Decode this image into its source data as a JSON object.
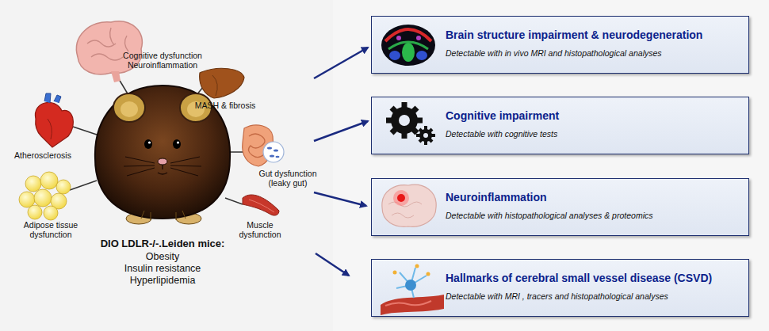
{
  "diagram": {
    "nodes": [
      {
        "text": [
          "Brain structure impairment & neurodegeneration",
          "Detectable with in vivo MRI and histopathological analyses"
        ]
      },
      {
        "text": [
          "Cognitive impairment",
          "Detectable with cognitive tests"
        ]
      },
      {
        "text": [
          "Neuroinflammation",
          "Detectable with histopathological analyses & proteomics"
        ]
      },
      {
        "text": [
          "Hallmarks of cerebral small vessel disease (CSVD)",
          "Detectable with MRI , tracers and histopathological analyses"
        ]
      }
    ],
    "labels": [
      "Cognitive dysfunction Neuroinflammation",
      "MASH & fibrosis",
      "Atherosclerosis",
      "Gut dysfunction (leaky gut)",
      "Adipose tissue dysfunction",
      "Muscle dysfunction",
      "DIO LDLR-/-.Leiden mice:",
      "Obesity",
      "Insulin resistance",
      "Hyperlipidemia"
    ]
  }
}
